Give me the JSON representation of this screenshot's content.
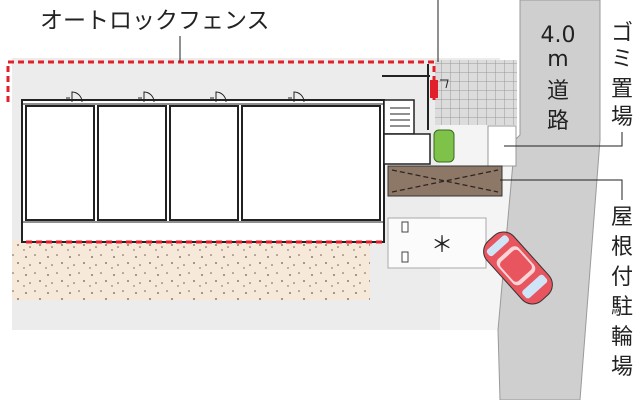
{
  "labels": {
    "fence": "オートロックフェンス",
    "road": [
      "4.0",
      "m",
      "道",
      "路"
    ],
    "trash": [
      "ゴ",
      "ミ",
      "置",
      "場"
    ],
    "bike": [
      "屋",
      "根",
      "付",
      "駐",
      "輪",
      "場"
    ],
    "parking_mark": "＊"
  },
  "colors": {
    "fence_red": "#e0202a",
    "road_gray": "#cfcfcf",
    "sand": "#f6e9d9",
    "bike_roof": "#8d7766",
    "car_red": "#e8555f",
    "shrub_green": "#7ec24a",
    "tile": "#dcdcdc"
  }
}
